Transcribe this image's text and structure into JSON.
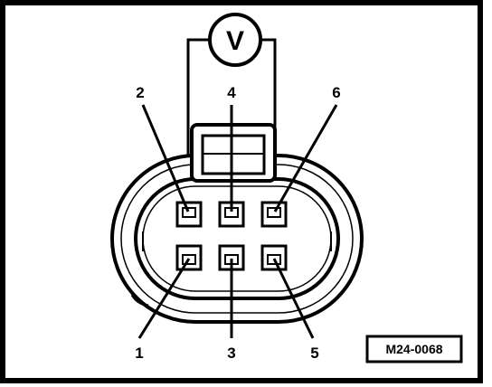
{
  "meter": {
    "symbol": "V"
  },
  "pins": {
    "top": [
      "2",
      "4",
      "6"
    ],
    "bottom": [
      "1",
      "3",
      "5"
    ]
  },
  "reference": {
    "code": "M24-0068"
  },
  "colors": {
    "ink": "#000000",
    "paper": "#ffffff"
  }
}
